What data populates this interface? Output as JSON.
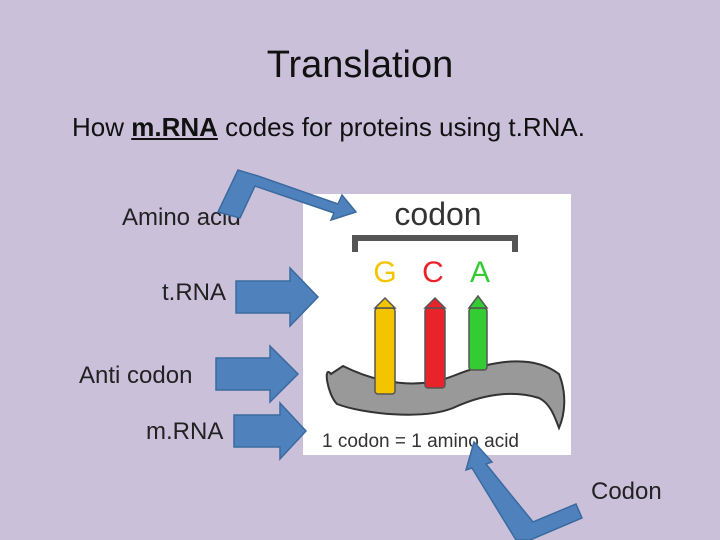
{
  "slide": {
    "title": "Translation",
    "subtitle_pre": "How ",
    "subtitle_emph": "m.RNA",
    "subtitle_post": " codes for proteins using t.RNA."
  },
  "labels": {
    "amino_acid": "Amino acid",
    "trna": "t.RNA",
    "anticodon": "Anti codon",
    "mrna": "m.RNA",
    "codon": "Codon"
  },
  "figure": {
    "header": "codon",
    "bases": [
      {
        "letter": "G",
        "color": "#f5c400"
      },
      {
        "letter": "C",
        "color": "#e8232a"
      },
      {
        "letter": "A",
        "color": "#33cc33"
      }
    ],
    "caption": "1 codon = 1 amino acid"
  },
  "colors": {
    "background": "#cbc0da",
    "arrow": "#4f81bd",
    "arrow_stroke": "#3a6a9e"
  }
}
